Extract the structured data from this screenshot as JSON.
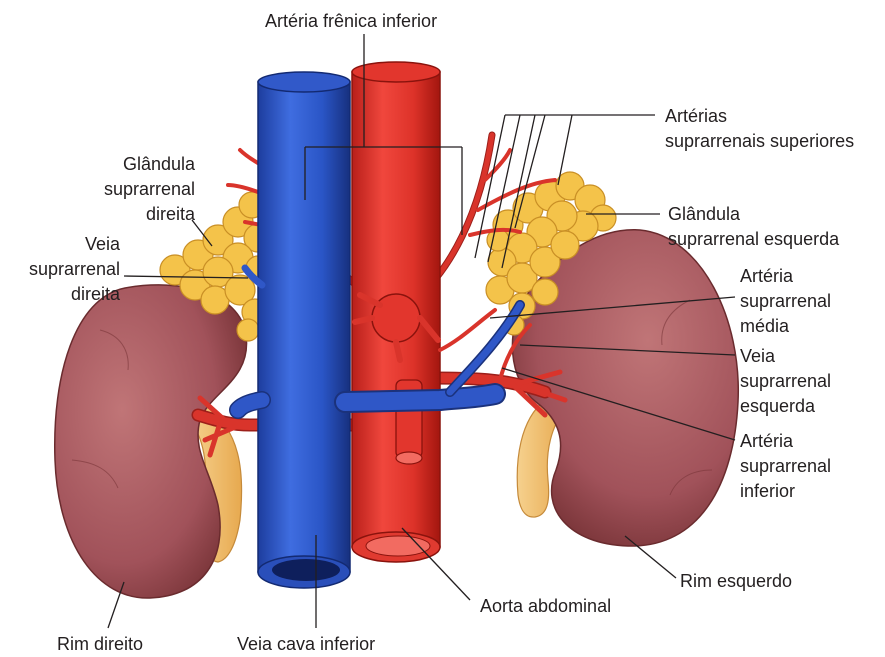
{
  "labels": {
    "inferior_phrenic_artery": [
      "Artéria frênica inferior"
    ],
    "superior_suprarenal_arteries": [
      "Artérias",
      "suprarrenais superiores"
    ],
    "right_suprarenal_gland": [
      "Glândula",
      "suprarrenal",
      "direita"
    ],
    "right_suprarenal_vein": [
      "Veia",
      "suprarrenal",
      "direita"
    ],
    "left_suprarenal_gland": [
      "Glândula",
      "suprarrenal esquerda"
    ],
    "middle_suprarenal_artery": [
      "Artéria",
      "suprarrenal",
      "média"
    ],
    "left_suprarenal_vein": [
      "Veia",
      "suprarrenal",
      "esquerda"
    ],
    "inferior_suprarenal_artery": [
      "Artéria",
      "suprarrenal",
      "inferior"
    ],
    "left_kidney": [
      "Rim esquerdo"
    ],
    "abdominal_aorta": [
      "Aorta abdominal"
    ],
    "right_kidney": [
      "Rim direito"
    ],
    "inferior_vena_cava": [
      "Veia cava inferior"
    ]
  },
  "colors": {
    "artery": "#d9342b",
    "vein": "#2f57c7",
    "kidney": "#a5585a",
    "adrenal": "#f4c34a",
    "ureter": "#f2c27a"
  }
}
